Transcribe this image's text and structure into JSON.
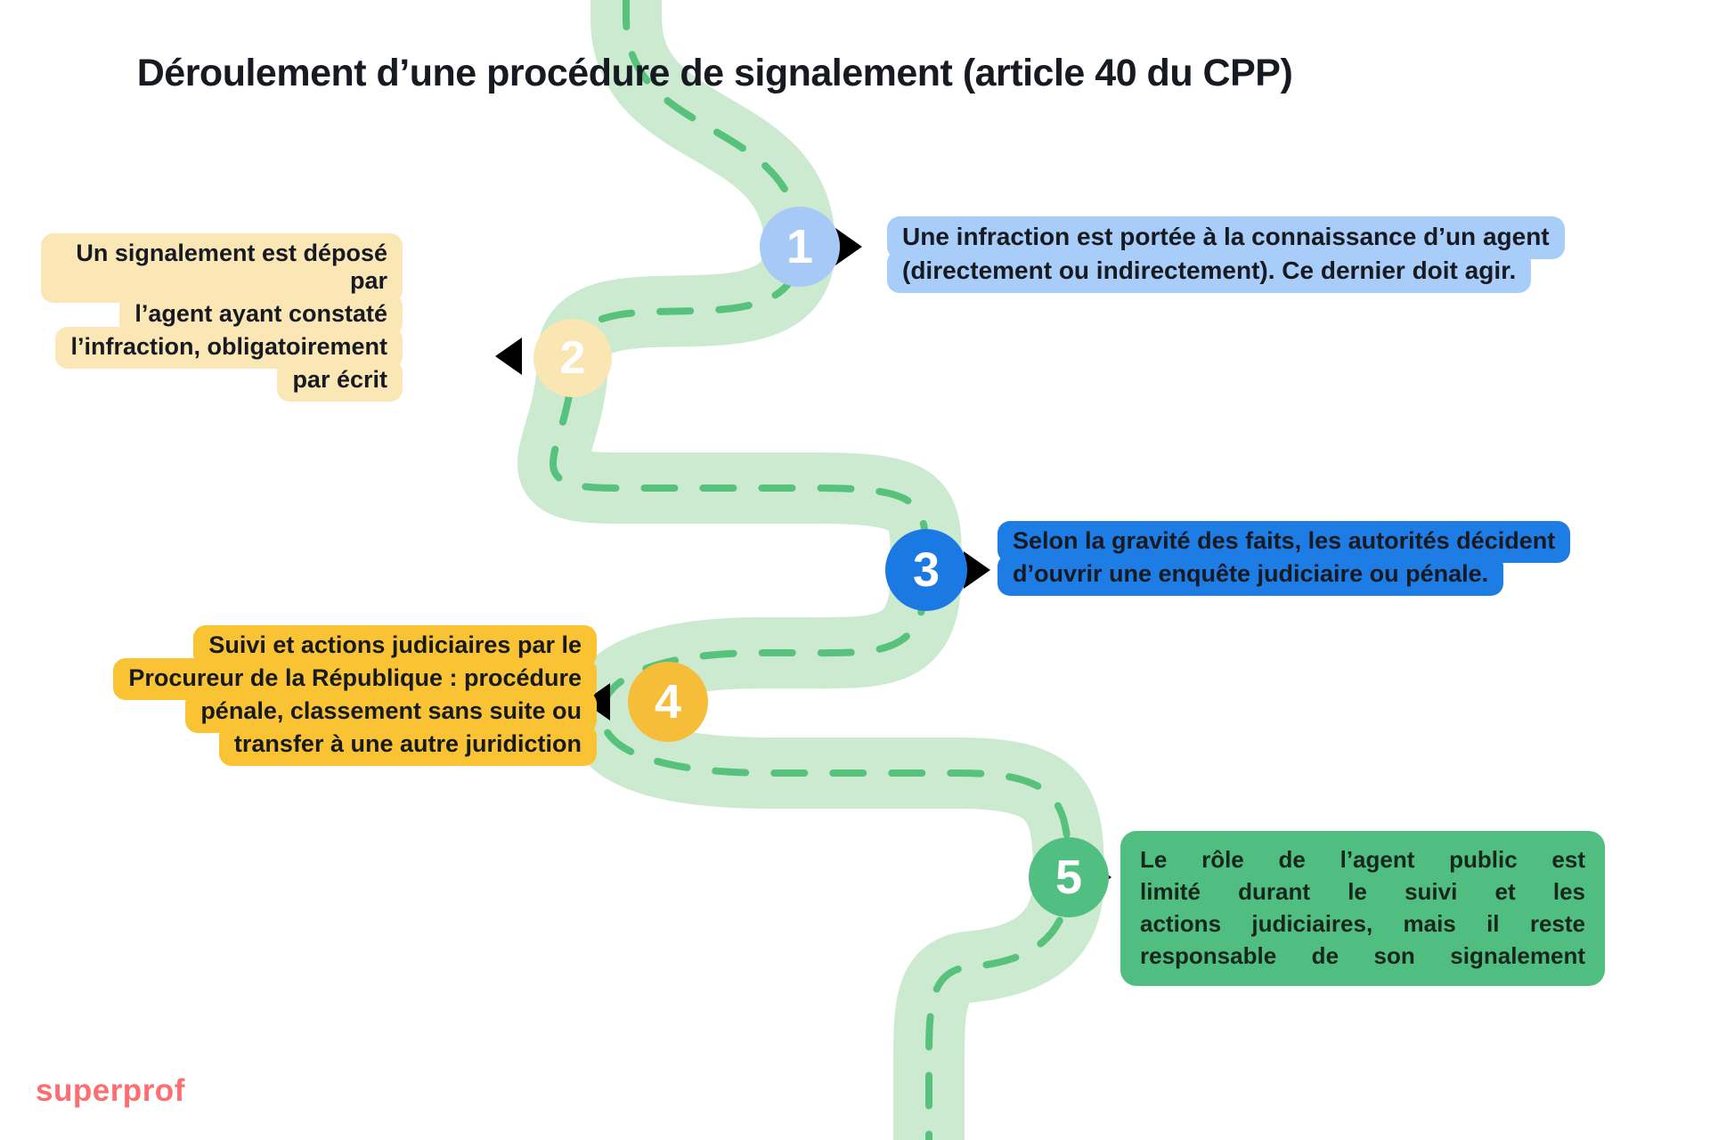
{
  "title": "Déroulement d’une procédure de signalement (article 40 du CPP)",
  "brand": {
    "logo_text": "superprof",
    "logo_color": "#fe6d70"
  },
  "road": {
    "base_color": "#cbead0",
    "dash_color": "#57c27b"
  },
  "steps": [
    {
      "number": "1",
      "circle_color": "#a6c9f7",
      "box_color": "#a8cdf8",
      "side": "right",
      "lines": [
        "Une infraction est portée à la connaissance d’un agent",
        "(directement ou indirectement). Ce dernier doit agir."
      ]
    },
    {
      "number": "2",
      "circle_color": "#fae6b3",
      "box_color": "#fae7b5",
      "side": "left",
      "lines": [
        "Un signalement est déposé par",
        "l’agent ayant constaté",
        "l’infraction, obligatoirement",
        "par écrit"
      ]
    },
    {
      "number": "3",
      "circle_color": "#1a79e3",
      "box_color": "#1e7ce5",
      "side": "right",
      "lines": [
        "Selon la gravité des faits, les autorités décident",
        "d’ouvrir une enquête judiciaire ou pénale."
      ]
    },
    {
      "number": "4",
      "circle_color": "#f6bd39",
      "box_color": "#f9c334",
      "side": "left",
      "lines": [
        "Suivi et actions judiciaires par le",
        "Procureur de la République : procédure",
        "pénale, classement sans suite ou",
        "transfer à une autre juridiction"
      ]
    },
    {
      "number": "5",
      "circle_color": "#52bf82",
      "box_color": "#4fbe80",
      "side": "right",
      "lines": [
        "Le rôle de l’agent public est",
        "limité durant le suivi et les",
        "actions judiciaires, mais il reste",
        "responsable de son signalement"
      ]
    }
  ]
}
